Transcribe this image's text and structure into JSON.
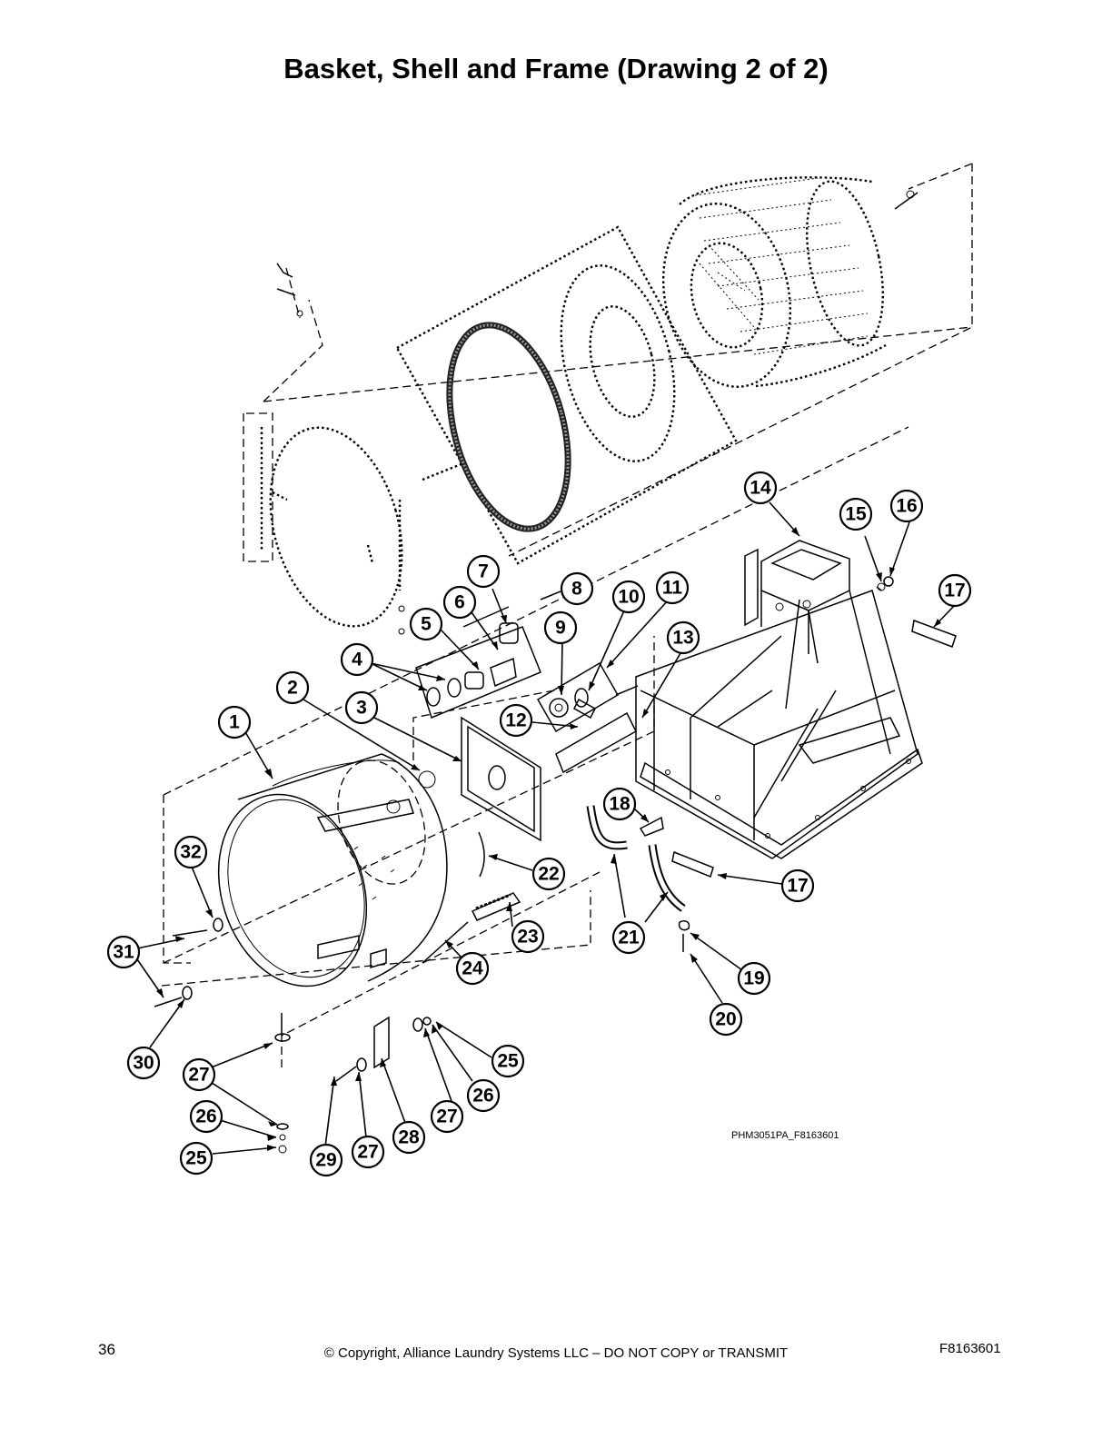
{
  "page": {
    "title": "Basket, Shell and Frame (Drawing 2 of 2)",
    "drawing_ref": "PHM3051PA_F8163601"
  },
  "callouts": [
    "1",
    "2",
    "3",
    "4",
    "5",
    "6",
    "7",
    "8",
    "9",
    "10",
    "11",
    "12",
    "13",
    "14",
    "15",
    "16",
    "17",
    "17",
    "18",
    "19",
    "20",
    "21",
    "21",
    "22",
    "23",
    "24",
    "25",
    "25",
    "26",
    "26",
    "27",
    "27",
    "27",
    "27",
    "28",
    "29",
    "30",
    "31",
    "32"
  ],
  "footer": {
    "page_number": "36",
    "copyright": "© Copyright, Alliance Laundry Systems LLC – DO NOT COPY or TRANSMIT",
    "doc_id": "F8163601"
  }
}
